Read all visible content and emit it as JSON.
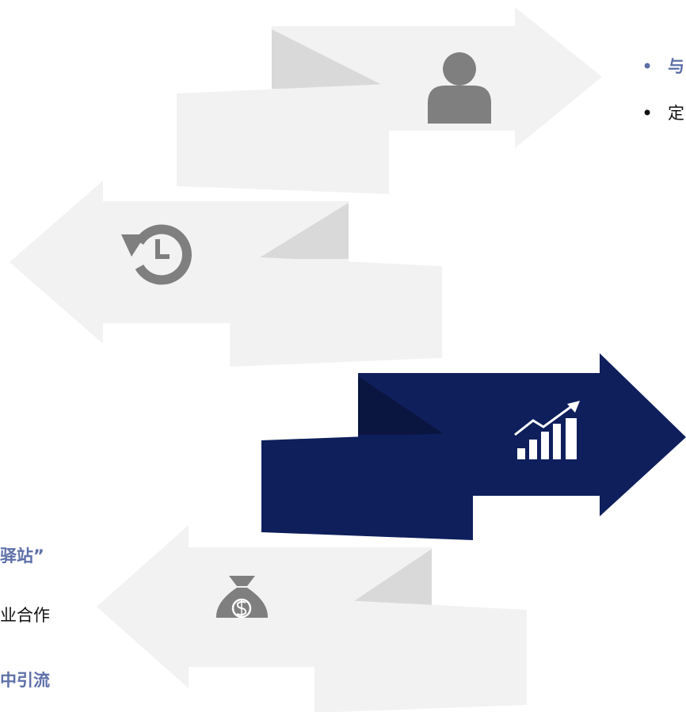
{
  "colors": {
    "arrow_gray": "#f2f2f2",
    "fold_gray": "#d9d9d9",
    "icon_gray": "#7f7f7f",
    "arrow_navy": "#0f1f5c",
    "fold_navy": "#0a1640",
    "icon_white": "#ffffff",
    "text_accent": "#5d6fa8",
    "text_dark": "#111111"
  },
  "arrows": [
    {
      "name": "person",
      "direction": "right",
      "icon": "person-icon",
      "highlighted": false
    },
    {
      "name": "history",
      "direction": "left",
      "icon": "history-icon",
      "highlighted": false
    },
    {
      "name": "growth",
      "direction": "right",
      "icon": "growth-chart-icon",
      "highlighted": true
    },
    {
      "name": "money",
      "direction": "left",
      "icon": "money-bag-icon",
      "highlighted": false
    }
  ],
  "right_bullets": [
    {
      "text": "与",
      "style": "accent"
    },
    {
      "text": "定",
      "style": "dark"
    }
  ],
  "left_texts": [
    {
      "text": "驿站”",
      "style": "accent"
    },
    {
      "text": "业合作",
      "style": "dark"
    },
    {
      "text": "中引流",
      "style": "accent"
    }
  ]
}
